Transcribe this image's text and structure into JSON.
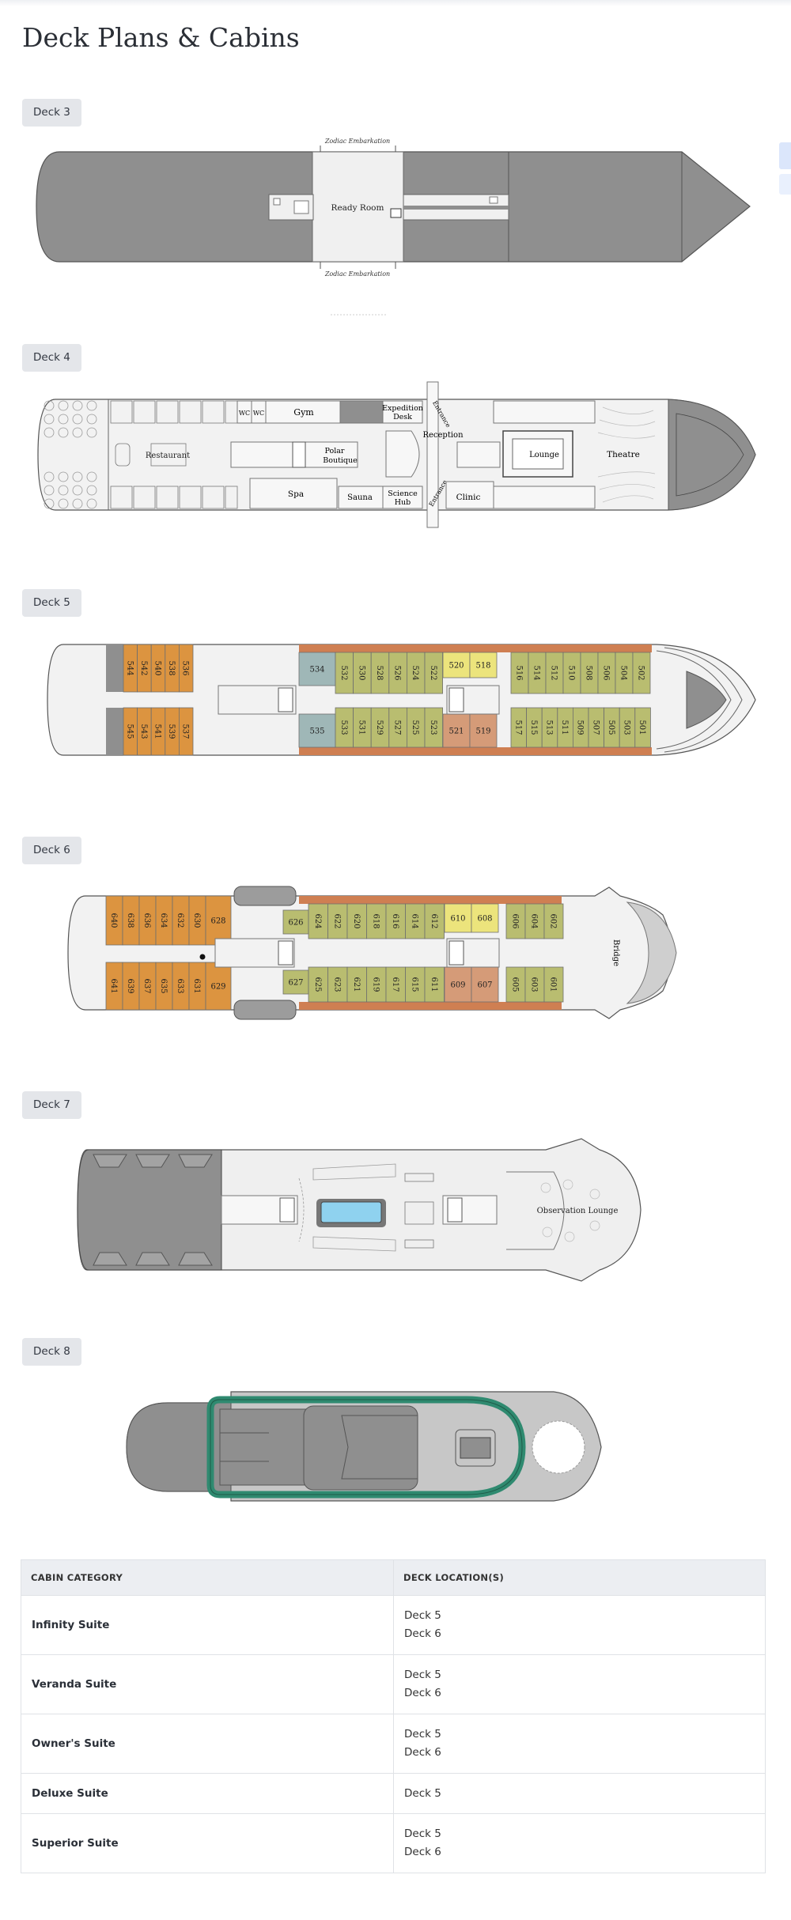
{
  "page": {
    "title": "Deck Plans & Cabins"
  },
  "decks": [
    {
      "label": "Deck 3"
    },
    {
      "label": "Deck 4"
    },
    {
      "label": "Deck 5"
    },
    {
      "label": "Deck 6"
    },
    {
      "label": "Deck 7"
    },
    {
      "label": "Deck 8"
    }
  ],
  "deck3": {
    "zodiac_top": "Zodiac Embarkation",
    "zodiac_bottom": "Zodiac Embarkation",
    "ready_room": "Ready Room"
  },
  "deck4": {
    "gym": "Gym",
    "expedition_desk_1": "Expedition",
    "expedition_desk_2": "Desk",
    "entrance_top": "Entrance",
    "entrance_bottom": "Entrance",
    "reception": "Reception",
    "restaurant": "Restaurant",
    "polar_boutique_1": "Polar",
    "polar_boutique_2": "Boutique",
    "lounge": "Lounge",
    "theatre": "Theatre",
    "spa": "Spa",
    "sauna": "Sauna",
    "science_hub_1": "Science",
    "science_hub_2": "Hub",
    "clinic": "Clinic",
    "wc": "WC"
  },
  "deck5": {
    "top_left": [
      "544",
      "542",
      "540",
      "538",
      "536"
    ],
    "bottom_left": [
      "545",
      "543",
      "541",
      "539",
      "537"
    ],
    "top_534": "534",
    "bottom_535": "535",
    "top_mid": [
      "532",
      "530",
      "528",
      "526",
      "524",
      "522"
    ],
    "bottom_mid": [
      "533",
      "531",
      "529",
      "527",
      "525",
      "523"
    ],
    "top_yellow": [
      "520",
      "518"
    ],
    "bottom_salmon": [
      "521",
      "519"
    ],
    "top_right": [
      "516",
      "514",
      "512",
      "510",
      "508",
      "506",
      "504",
      "502"
    ],
    "bottom_right": [
      "517",
      "515",
      "513",
      "511",
      "509",
      "507",
      "505",
      "503",
      "501"
    ]
  },
  "deck6": {
    "top_left": [
      "640",
      "638",
      "636",
      "634",
      "632",
      "630"
    ],
    "bottom_left": [
      "641",
      "639",
      "637",
      "635",
      "633",
      "631"
    ],
    "top_628": "628",
    "bottom_629": "629",
    "top_626": "626",
    "bottom_627": "627",
    "top_mid": [
      "624",
      "622",
      "620",
      "618",
      "616",
      "614",
      "612"
    ],
    "bottom_mid": [
      "625",
      "623",
      "621",
      "619",
      "617",
      "615",
      "611"
    ],
    "top_yellow": [
      "610",
      "608"
    ],
    "bottom_salmon": [
      "609",
      "607"
    ],
    "top_right": [
      "606",
      "604",
      "602"
    ],
    "bottom_right": [
      "605",
      "603",
      "601"
    ],
    "bridge": "Bridge"
  },
  "deck7": {
    "observation_lounge": "Observation Lounge"
  },
  "table": {
    "headers": [
      "CABIN CATEGORY",
      "DECK LOCATION(S)"
    ],
    "rows": [
      {
        "category": "Infinity Suite",
        "locations": [
          "Deck 5",
          "Deck 6"
        ]
      },
      {
        "category": "Veranda Suite",
        "locations": [
          "Deck 5",
          "Deck 6"
        ]
      },
      {
        "category": "Owner's Suite",
        "locations": [
          "Deck 5",
          "Deck 6"
        ]
      },
      {
        "category": "Deluxe Suite",
        "locations": [
          "Deck 5"
        ]
      },
      {
        "category": "Superior Suite",
        "locations": [
          "Deck 5",
          "Deck 6"
        ]
      }
    ]
  },
  "colors": {
    "orange": "#dc9440",
    "green": "#b9bd70",
    "yellow": "#ece47c",
    "salmon": "#d59b78",
    "blue_gray": "#9fb7b7",
    "rust": "#cf7f52",
    "hull_gray": "#8f8f8f",
    "deck_light": "#f0f0f0",
    "pool": "#8fd2ef",
    "track": "#2f8a70"
  }
}
